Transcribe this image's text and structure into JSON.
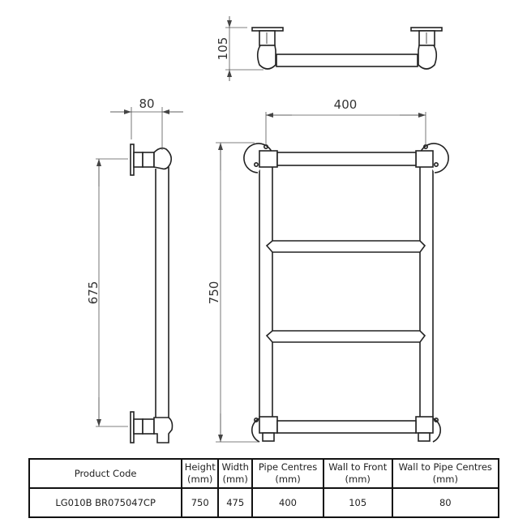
{
  "drawing": {
    "top_view": {
      "dimension_label": "105",
      "description": "Top view showing wall-to-front depth"
    },
    "side_view": {
      "width_label": "80",
      "height_label": "675",
      "description": "Side view showing wall to pipe centres and bracket centres"
    },
    "front_view": {
      "width_label": "400",
      "height_label": "750",
      "rail_count": 4,
      "description": "Front elevation of towel rail"
    },
    "line_color": "#222222",
    "dimension_color": "#555555"
  },
  "spec_table": {
    "headers": [
      {
        "line1": "Product Code",
        "line2": ""
      },
      {
        "line1": "Height",
        "line2": "(mm)"
      },
      {
        "line1": "Width",
        "line2": "(mm)"
      },
      {
        "line1": "Pipe Centres",
        "line2": "(mm)"
      },
      {
        "line1": "Wall to Front",
        "line2": "(mm)"
      },
      {
        "line1": "Wall to Pipe Centres",
        "line2": "(mm)"
      }
    ],
    "rows": [
      [
        "LG010B BR075047CP",
        "750",
        "475",
        "400",
        "105",
        "80"
      ]
    ]
  }
}
